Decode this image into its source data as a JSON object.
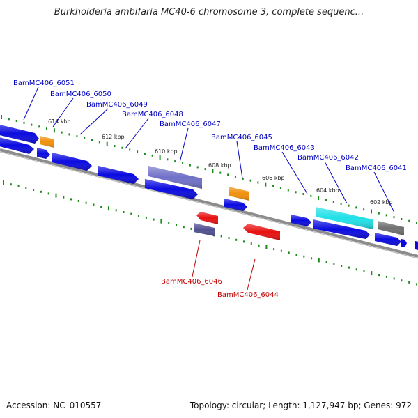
{
  "title": "Burkholderia ambifaria MC40-6 chromosome 3, complete sequenc...",
  "footer": {
    "accession": "Accession: NC_010557",
    "topology": "Topology: circular; Length: 1,127,947 bp; Genes: 972"
  },
  "colors": {
    "backbone": "#888888",
    "tick": "#1a8a1a",
    "gene_blue": "#0a0ae0",
    "gene_orange": "#f0900a",
    "gene_purple": "#7070c8",
    "gene_cyan": "#20e0e8",
    "gene_gray": "#707070",
    "gene_red": "#e81010",
    "gene_navy": "#505090",
    "label_forward": "#0000c0",
    "label_reverse": "#c00000"
  },
  "scale": {
    "labels": [
      "614 kbp",
      "612 kbp",
      "610 kbp",
      "608 kbp",
      "606 kbp",
      "604 kbp",
      "602 kbp"
    ]
  },
  "forward_labels": [
    "BamMC406_6051",
    "BamMC406_6050",
    "BamMC406_6049",
    "BamMC406_6048",
    "BamMC406_6047",
    "BamMC406_6045",
    "BamMC406_6043",
    "BamMC406_6042",
    "BamMC406_6041"
  ],
  "reverse_labels": [
    "BamMC406_6046",
    "BamMC406_6044"
  ]
}
